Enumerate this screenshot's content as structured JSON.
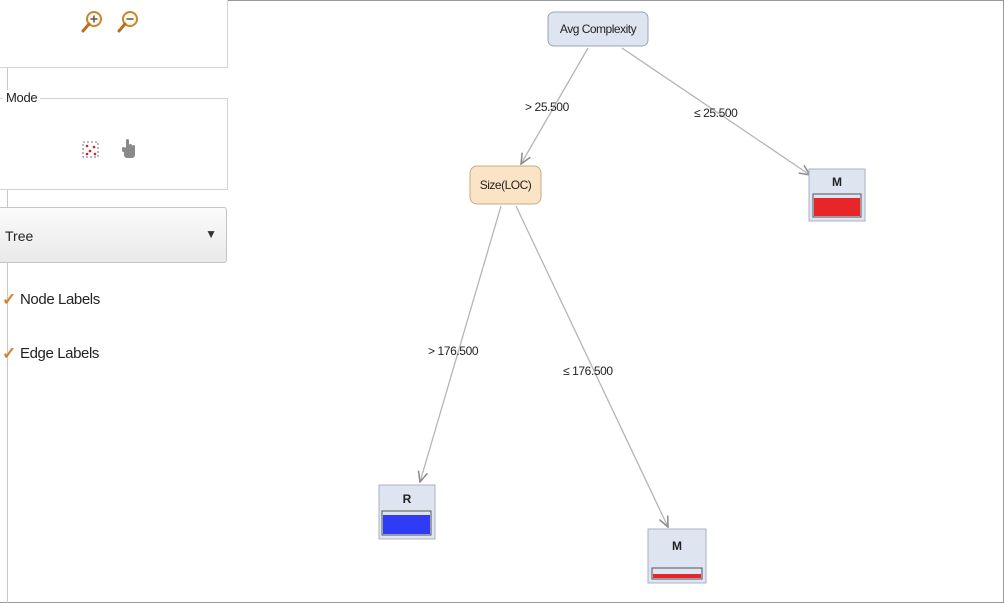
{
  "sidebar": {
    "zoom_in_icon": "zoom-in-icon",
    "zoom_out_icon": "zoom-out-icon",
    "mode_label": "Mode",
    "mode_pick_icon": "selection-icon",
    "mode_hand_icon": "hand-icon",
    "layout_value": "Tree",
    "node_labels": {
      "label": "Node Labels",
      "checked": true
    },
    "edge_labels": {
      "label": "Edge Labels",
      "checked": true
    },
    "accent_color": "#d9822b"
  },
  "tree": {
    "root": {
      "label": "Avg Complexity",
      "color": "#dfe4f1"
    },
    "split": {
      "label": "Size(LOC)",
      "color": "#fbe3c6"
    },
    "edges": {
      "root_left": "> 25.500",
      "root_right": "≤ 25.500",
      "split_left": "> 176.500",
      "split_right": "≤ 176.500"
    },
    "leaves": {
      "right": {
        "label": "M",
        "color": "#e8262a",
        "fill_fraction": 0.85
      },
      "left": {
        "label": "R",
        "color": "#2f3bf5",
        "fill_fraction": 0.85
      },
      "bottom": {
        "label": "M",
        "color": "#e8262a",
        "fill_fraction": 0.4
      }
    }
  }
}
